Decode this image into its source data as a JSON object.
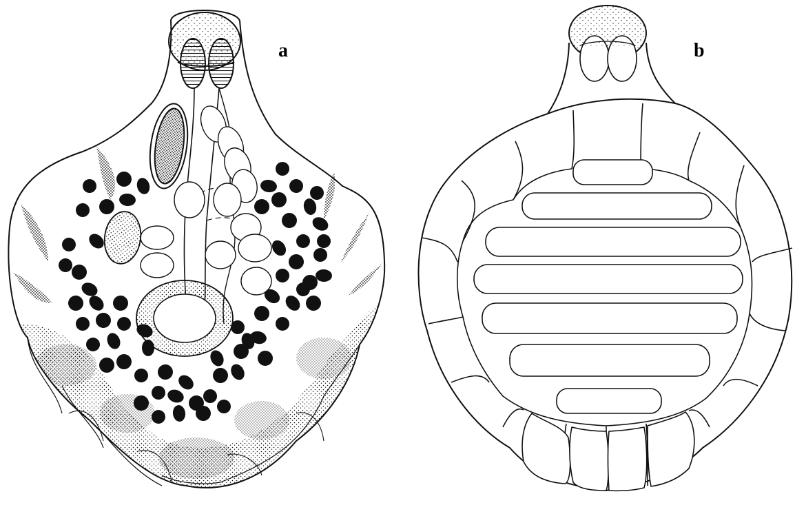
{
  "figure": {
    "panels": [
      {
        "id": "a",
        "label": "a"
      },
      {
        "id": "b",
        "label": "b"
      }
    ],
    "colors": {
      "ink": "#111111",
      "background": "#ffffff"
    }
  }
}
